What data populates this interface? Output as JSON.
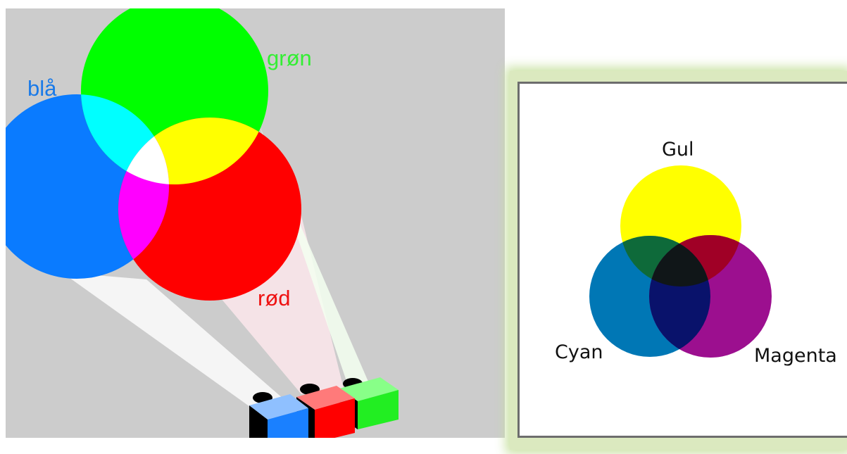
{
  "additive": {
    "labels": {
      "blue": "blå",
      "green": "grøn",
      "red": "rød"
    },
    "colors": {
      "blue": "#0a7bff",
      "green": "#00ff00",
      "red": "#ff0000",
      "cyan": "#00ffff",
      "yellow": "#ffff00",
      "magenta": "#ff00ff",
      "white": "#ffffff",
      "background": "#cccccc"
    }
  },
  "subtractive": {
    "labels": {
      "yellow": "Gul",
      "cyan": "Cyan",
      "magenta": "Magenta"
    },
    "colors": {
      "yellow": "#ffff00",
      "cyan": "#0077b5",
      "magenta": "#9c0f8f",
      "green_overlap": "#0e6a3a",
      "red_overlap": "#a00026",
      "blue_overlap": "#09126b",
      "black_center": "#101618"
    }
  }
}
